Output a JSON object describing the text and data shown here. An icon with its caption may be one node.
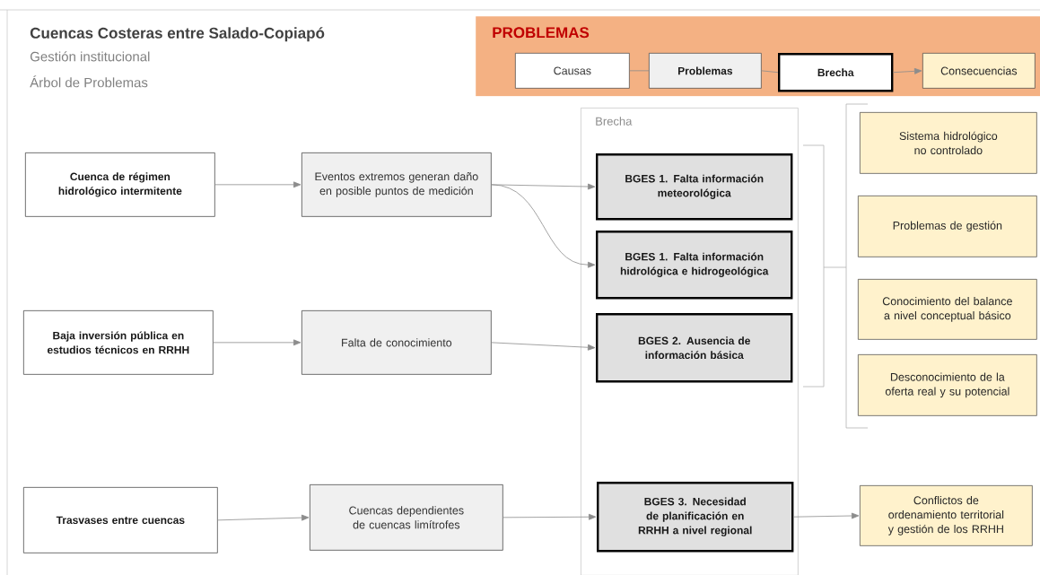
{
  "diagram": {
    "title": "Cuencas Costeras entre Salado-Copiapó",
    "nodes": [
      {
        "text": [
          "PROBLEMAS"
        ]
      },
      {
        "text": [
          "Causas"
        ],
        "in": 0
      },
      {
        "text": [
          "Problemas"
        ],
        "in": 0
      },
      {
        "text": [
          "Brecha"
        ],
        "in": 0
      },
      {
        "text": [
          "Consecuencias"
        ],
        "in": 0
      },
      {
        "text": [
          "Brecha"
        ]
      },
      {
        "text": [
          "Cuenca de régimen hidrológico intermitente"
        ]
      },
      {
        "text": [
          "Eventos extremos generan daño en posible puntos de medición"
        ]
      },
      {
        "text": [
          "BGES 1. Falta información meteorológica"
        ],
        "in": 5
      },
      {
        "text": [
          "BGES 1. Falta información hidrológica e hidrogeológica"
        ],
        "in": 5
      },
      {
        "text": [
          "Baja inversión pública en estudios técnicos en RRHH"
        ]
      },
      {
        "text": [
          "Falta de conocimiento"
        ]
      },
      {
        "text": [
          "BGES 2. Ausencia de información básica"
        ],
        "in": 5
      },
      {
        "text": [
          "Trasvases entre cuencas"
        ]
      },
      {
        "text": [
          "Cuencas dependientes de cuencas limítrofes"
        ]
      },
      {
        "text": [
          "BGES 3. Necesidad de planificación en RRHH a nivel  regional"
        ],
        "in": 5
      },
      {
        "text": [
          "Conflictos de ordenamiento territorial y gestión de los RRHH"
        ]
      },
      {
        "text": [
          "Sistema hidrológico no controlado"
        ]
      },
      {
        "text": [
          "Problemas de gestión"
        ]
      },
      {
        "text": [
          "Conocimiento del balance a nivel conceptual básico"
        ]
      },
      {
        "text": [
          "Desconocimiento de la oferta real y su potencial"
        ]
      }
    ],
    "edges": [
      {
        "from": 1,
        "to": 2,
        "arrow": "none"
      },
      {
        "from": 2,
        "to": 3,
        "arrow": "none"
      },
      {
        "from": 3,
        "to": 4,
        "arrow": "to"
      },
      {
        "from": 6,
        "to": 7,
        "arrow": "to"
      },
      {
        "from": 7,
        "to": 8,
        "arrow": "to"
      },
      {
        "from": 7,
        "to": 9,
        "arrow": "to"
      },
      {
        "from": 10,
        "to": 11,
        "arrow": "to"
      },
      {
        "from": 11,
        "to": 12,
        "arrow": "to"
      },
      {
        "from": 13,
        "to": 14,
        "arrow": "to"
      },
      {
        "from": 14,
        "to": 15,
        "arrow": "to"
      },
      {
        "from": 15,
        "to": 16,
        "arrow": "to"
      }
    ],
    "labels": [
      "Gestión institucional",
      "Árbol de Problemas"
    ]
  }
}
